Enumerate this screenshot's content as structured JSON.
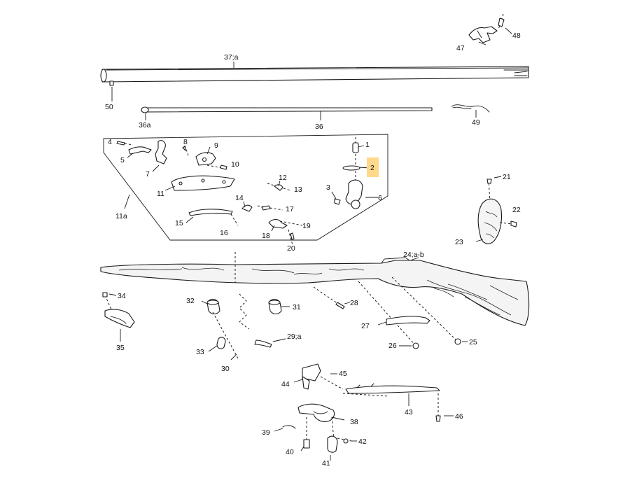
{
  "highlight_color": "#ffd98a",
  "callouts": {
    "c1": "1",
    "c2": "2",
    "c3": "3",
    "c4": "4",
    "c5": "5",
    "c6": "6",
    "c7": "7",
    "c8": "8",
    "c9": "9",
    "c10": "10",
    "c11": "11",
    "c11a": "11a",
    "c12": "12",
    "c13": "13",
    "c14": "14",
    "c15": "15",
    "c16": "16",
    "c17": "17",
    "c18": "18",
    "c19": "19",
    "c20": "20",
    "c21": "21",
    "c22": "22",
    "c23": "23",
    "c24": "24;a-b",
    "c25": "25",
    "c26": "26",
    "c27": "27",
    "c28": "28",
    "c29": "29;a",
    "c30": "30",
    "c31": "31",
    "c32": "32",
    "c33": "33",
    "c34": "34",
    "c35": "35",
    "c36": "36",
    "c36a": "36a",
    "c37": "37;a",
    "c38": "38",
    "c39": "39",
    "c40": "40",
    "c41": "41",
    "c42": "42",
    "c43": "43",
    "c44": "44",
    "c45": "45",
    "c46": "46",
    "c47": "47",
    "c48": "48",
    "c49": "49",
    "c50": "50"
  }
}
